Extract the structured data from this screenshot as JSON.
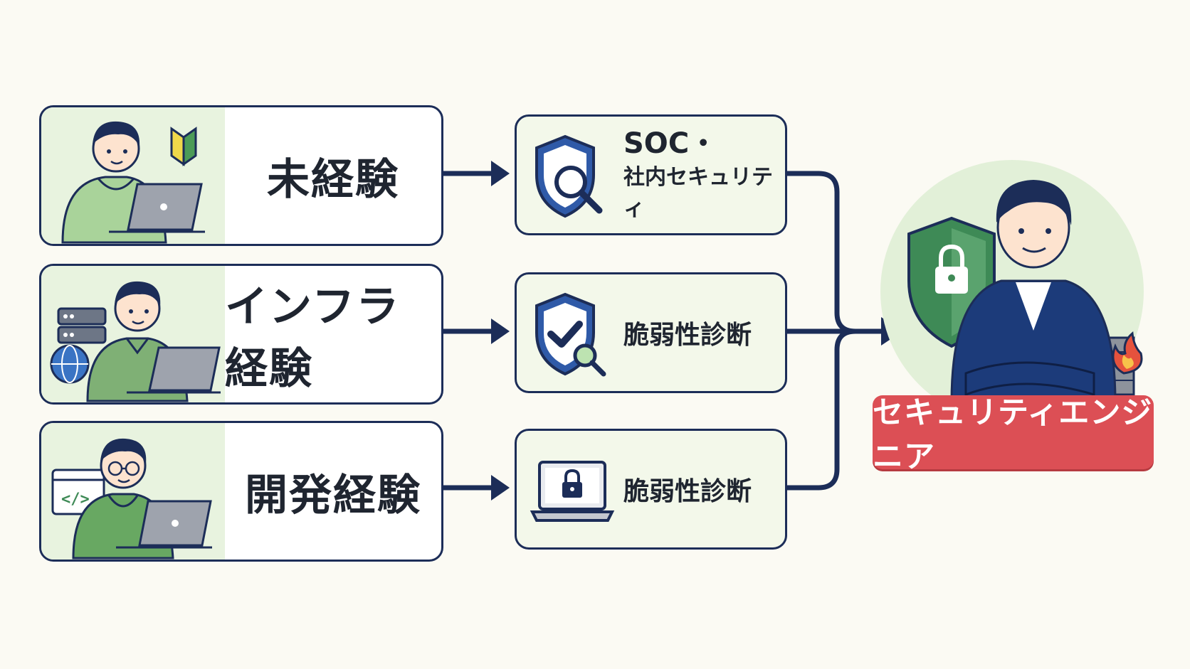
{
  "sources": [
    {
      "label": "未経験",
      "icon": "beginner-with-laptop-icon"
    },
    {
      "label": "インフラ経験",
      "icon": "infra-engineer-with-server-icon"
    },
    {
      "label": "開発経験",
      "icon": "developer-with-code-icon"
    }
  ],
  "steps": [
    {
      "line1": "SOC・",
      "line2": "社内セキュリティ",
      "icon": "shield-search-icon"
    },
    {
      "line1": "脆弱性診断",
      "line2": "",
      "icon": "shield-check-icon"
    },
    {
      "line1": "脆弱性診断",
      "line2": "",
      "icon": "laptop-lock-icon"
    }
  ],
  "target": {
    "label": "セキュリティエンジニア",
    "icon": "security-engineer-icon"
  },
  "colors": {
    "navy": "#1c2d58",
    "green_bg": "#e8f3df",
    "mid_bg": "#f3f8ea",
    "badge_red": "#dc4f55",
    "shield_green": "#3e8a56"
  }
}
